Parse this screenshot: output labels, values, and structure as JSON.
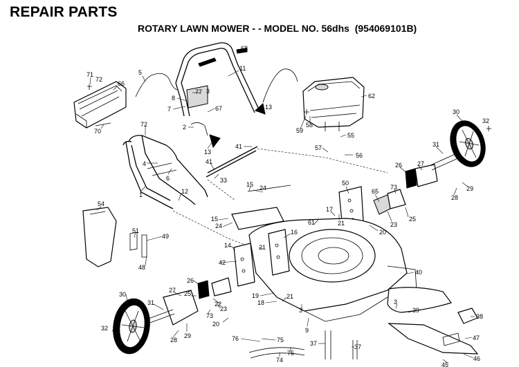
{
  "header": {
    "title": "REPAIR PARTS",
    "subtitle": "ROTARY LAWN MOWER - - MODEL NO. 56dhs  (954069101B)"
  },
  "callouts": [
    {
      "id": "c71",
      "label": "71"
    },
    {
      "id": "c72a",
      "label": "72"
    },
    {
      "id": "c66",
      "label": "66"
    },
    {
      "id": "c70",
      "label": "70"
    },
    {
      "id": "c5",
      "label": "5"
    },
    {
      "id": "c68",
      "label": "68"
    },
    {
      "id": "c11",
      "label": "11"
    },
    {
      "id": "c8",
      "label": "8"
    },
    {
      "id": "c77",
      "label": "77"
    },
    {
      "id": "c3a",
      "label": "3"
    },
    {
      "id": "c7",
      "label": "7"
    },
    {
      "id": "c67",
      "label": "67"
    },
    {
      "id": "c2",
      "label": "2"
    },
    {
      "id": "c13a",
      "label": "13"
    },
    {
      "id": "c13b",
      "label": "13"
    },
    {
      "id": "c62",
      "label": "62"
    },
    {
      "id": "c30a",
      "label": "30"
    },
    {
      "id": "c32a",
      "label": "32"
    },
    {
      "id": "c59",
      "label": "59"
    },
    {
      "id": "c58",
      "label": "58"
    },
    {
      "id": "c55",
      "label": "55"
    },
    {
      "id": "c72b",
      "label": "72"
    },
    {
      "id": "c4",
      "label": "4"
    },
    {
      "id": "c6",
      "label": "6"
    },
    {
      "id": "c41a",
      "label": "41"
    },
    {
      "id": "c41b",
      "label": "41"
    },
    {
      "id": "c33",
      "label": "33"
    },
    {
      "id": "c57",
      "label": "57"
    },
    {
      "id": "c56",
      "label": "56"
    },
    {
      "id": "c31a",
      "label": "31"
    },
    {
      "id": "c26a",
      "label": "26"
    },
    {
      "id": "c27a",
      "label": "27"
    },
    {
      "id": "c1",
      "label": "1"
    },
    {
      "id": "c12",
      "label": "12"
    },
    {
      "id": "c15a",
      "label": "15"
    },
    {
      "id": "c24a",
      "label": "24"
    },
    {
      "id": "c50",
      "label": "50"
    },
    {
      "id": "c65",
      "label": "65"
    },
    {
      "id": "c73a",
      "label": "73"
    },
    {
      "id": "c29a",
      "label": "29"
    },
    {
      "id": "c28a",
      "label": "28"
    },
    {
      "id": "c54",
      "label": "54"
    },
    {
      "id": "c15b",
      "label": "15"
    },
    {
      "id": "c24b",
      "label": "24"
    },
    {
      "id": "c17",
      "label": "17"
    },
    {
      "id": "c61",
      "label": "61"
    },
    {
      "id": "c21a",
      "label": "21"
    },
    {
      "id": "c23a",
      "label": "23"
    },
    {
      "id": "c25a",
      "label": "25"
    },
    {
      "id": "c51",
      "label": "51"
    },
    {
      "id": "c49",
      "label": "49"
    },
    {
      "id": "c16",
      "label": "16"
    },
    {
      "id": "c20a",
      "label": "20"
    },
    {
      "id": "c14",
      "label": "14"
    },
    {
      "id": "c21b",
      "label": "21"
    },
    {
      "id": "c42",
      "label": "42"
    },
    {
      "id": "c48",
      "label": "48"
    },
    {
      "id": "c40",
      "label": "40"
    },
    {
      "id": "c26b",
      "label": "26"
    },
    {
      "id": "c19",
      "label": "19"
    },
    {
      "id": "c18",
      "label": "18"
    },
    {
      "id": "c21c",
      "label": "21"
    },
    {
      "id": "c3b",
      "label": "3"
    },
    {
      "id": "c30b",
      "label": "30"
    },
    {
      "id": "c31b",
      "label": "31"
    },
    {
      "id": "c27b",
      "label": "27"
    },
    {
      "id": "c25b",
      "label": "25"
    },
    {
      "id": "c22",
      "label": "22"
    },
    {
      "id": "c73b",
      "label": "73"
    },
    {
      "id": "c23b",
      "label": "23"
    },
    {
      "id": "c20b",
      "label": "20"
    },
    {
      "id": "c32b",
      "label": "32"
    },
    {
      "id": "c28b",
      "label": "28"
    },
    {
      "id": "c29b",
      "label": "29"
    },
    {
      "id": "c9",
      "label": "9"
    },
    {
      "id": "c3c",
      "label": "3"
    },
    {
      "id": "c39",
      "label": "39"
    },
    {
      "id": "c38",
      "label": "38"
    },
    {
      "id": "c47",
      "label": "47"
    },
    {
      "id": "c46",
      "label": "46"
    },
    {
      "id": "c45",
      "label": "45"
    },
    {
      "id": "c76",
      "label": "76"
    },
    {
      "id": "c75a",
      "label": "75"
    },
    {
      "id": "c37a",
      "label": "37"
    },
    {
      "id": "c37b",
      "label": "37"
    },
    {
      "id": "c74",
      "label": "74"
    },
    {
      "id": "c75b",
      "label": "75"
    }
  ]
}
